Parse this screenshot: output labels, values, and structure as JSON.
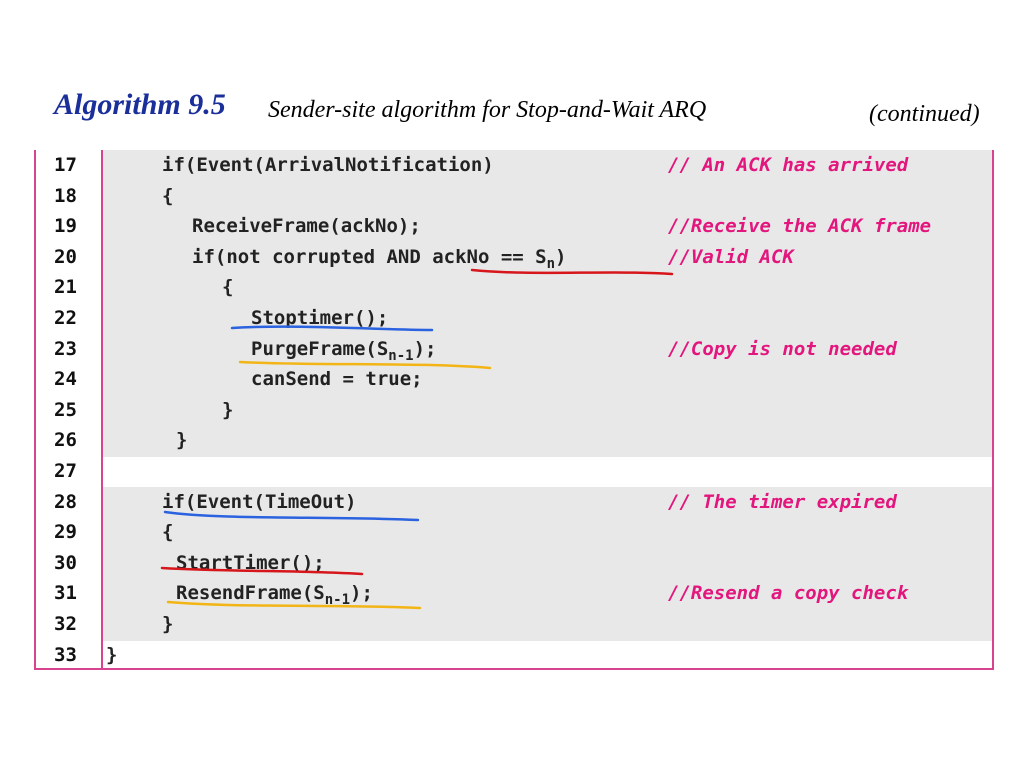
{
  "header": {
    "title": "Algorithm 9.5",
    "subtitle": "Sender-site algorithm for Stop-and-Wait ARQ",
    "continued": "(continued)"
  },
  "code_lines": [
    {
      "no": "17",
      "code": "if(Event(ArrivalNotification)",
      "comment": "// An ACK has arrived"
    },
    {
      "no": "18",
      "code": "{",
      "comment": ""
    },
    {
      "no": "19",
      "code": "ReceiveFrame(ackNo);",
      "comment": "//Receive the ACK frame"
    },
    {
      "no": "20",
      "code": "if(not corrupted AND ackNo == S",
      "sub": "n",
      "tail": ")",
      "comment": "//Valid ACK"
    },
    {
      "no": "21",
      "code": "{",
      "comment": ""
    },
    {
      "no": "22",
      "code": "Stoptimer();",
      "comment": ""
    },
    {
      "no": "23",
      "code": "PurgeFrame(S",
      "sub": "n-1",
      "tail": ");",
      "comment": "//Copy is not needed"
    },
    {
      "no": "24",
      "code": "canSend = true;",
      "comment": ""
    },
    {
      "no": "25",
      "code": "}",
      "comment": ""
    },
    {
      "no": "26",
      "code": "}",
      "comment": ""
    },
    {
      "no": "27",
      "code": "",
      "comment": ""
    },
    {
      "no": "28",
      "code": "if(Event(TimeOut)",
      "comment": "// The timer expired"
    },
    {
      "no": "29",
      "code": "{",
      "comment": ""
    },
    {
      "no": "30",
      "code": "StartTimer();",
      "comment": ""
    },
    {
      "no": "31",
      "code": "ResendFrame(S",
      "sub": "n-1",
      "tail": ");",
      "comment": "//Resend a copy check"
    },
    {
      "no": "32",
      "code": "}",
      "comment": ""
    },
    {
      "no": "33",
      "code": "}",
      "comment": ""
    }
  ],
  "colors": {
    "title": "#1b2f9a",
    "comment": "#e2167c",
    "border": "#d8438f",
    "shade": "#e8e8e9",
    "ink_red": "#d6161b",
    "ink_blue": "#2a62e0",
    "ink_yellow": "#f2b515"
  }
}
